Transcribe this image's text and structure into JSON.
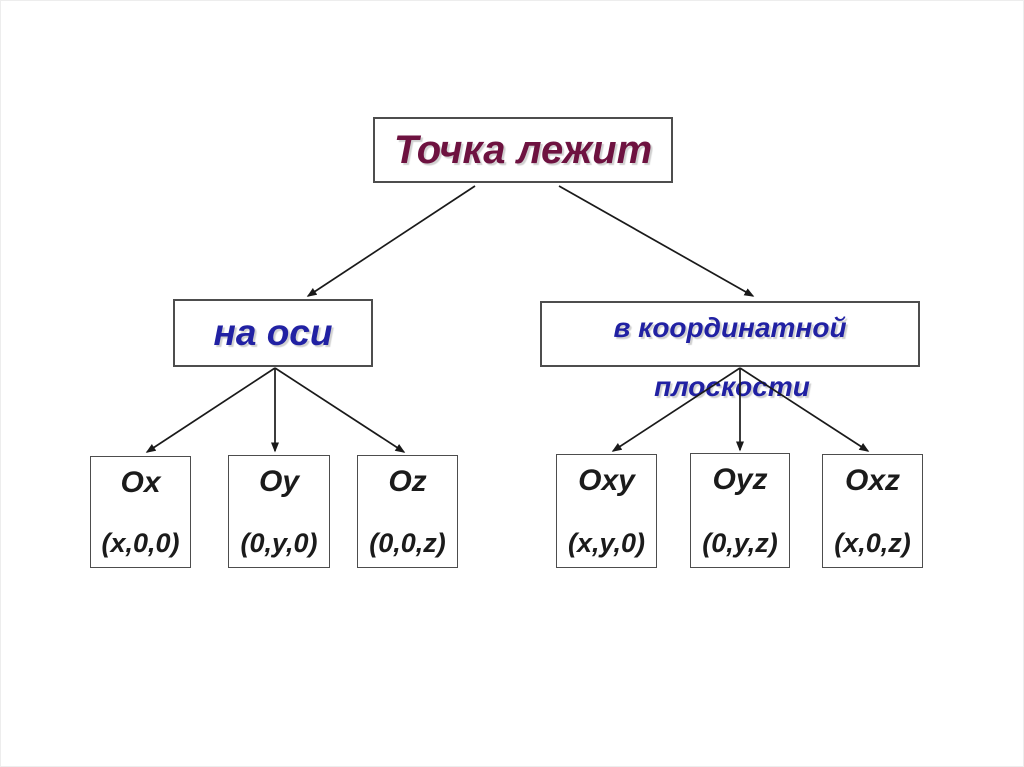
{
  "diagram": {
    "title_note": "Tree diagram: where a point lies in 3D coordinate system",
    "root": {
      "label": "Точка лежит"
    },
    "branches": {
      "axis": {
        "label": "на оси"
      },
      "plane": {
        "label_line1": "в координатной",
        "label_line2": "плоскости"
      }
    },
    "axis_children": [
      {
        "label": "Ox",
        "coords": "(x,0,0)"
      },
      {
        "label": "Oy",
        "coords": "(0,y,0)"
      },
      {
        "label": "Oz",
        "coords": "(0,0,z)"
      }
    ],
    "plane_children": [
      {
        "label": "Oxy",
        "coords": "(x,y,0)"
      },
      {
        "label": "Oyz",
        "coords": "(0,y,z)"
      },
      {
        "label": "Oxz",
        "coords": "(x,0,z)"
      }
    ],
    "colors": {
      "root_text": "#6e1240",
      "branch_text": "#2121a3",
      "leaf_text": "#1b1b1b",
      "box_border": "#4d4d4d",
      "arrow": "#1a1a1a",
      "background": "#ffffff"
    }
  }
}
